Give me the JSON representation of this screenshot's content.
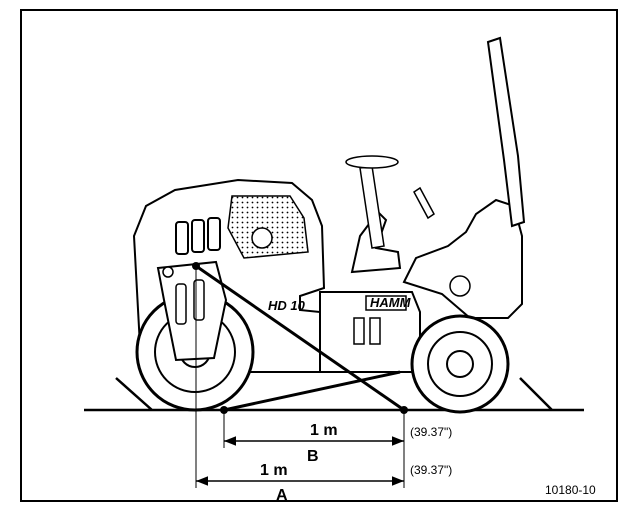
{
  "diagram": {
    "machine_model": "HD 10",
    "machine_brand": "HAMM",
    "dimension_b": {
      "value": "1 m",
      "inches": "(39.37\")",
      "letter": "B"
    },
    "dimension_a": {
      "value": "1 m",
      "inches": "(39.37\")",
      "letter": "A"
    },
    "figure_number": "10180-10"
  },
  "colors": {
    "line": "#000000",
    "background": "#ffffff",
    "fill_light": "#f2f2f2"
  }
}
